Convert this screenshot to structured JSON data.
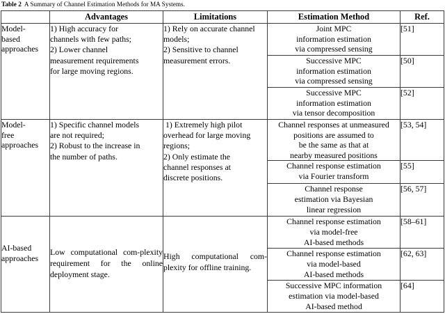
{
  "caption": {
    "label": "Table 2",
    "text": "A Summary of Channel Estimation Methods for MA Systems."
  },
  "table": {
    "columns": [
      {
        "key": "category",
        "label": ""
      },
      {
        "key": "advantages",
        "label": "Advantages"
      },
      {
        "key": "limitations",
        "label": "Limitations"
      },
      {
        "key": "estimation_method",
        "label": "Estimation Method"
      },
      {
        "key": "ref",
        "label": "Ref."
      }
    ],
    "groups": [
      {
        "category_lines": [
          "Model-",
          "based",
          "approaches"
        ],
        "advantages_lines": [
          "1) High accuracy for",
          "channels with few paths;",
          "2) Lower channel",
          "measurement requirements",
          "for large moving regions."
        ],
        "limitations_lines": [
          "1) Rely on accurate channel",
          "models;",
          "2) Sensitive to channel",
          "measurement errors."
        ],
        "rows": [
          {
            "method_lines": [
              "Joint MPC",
              "information estimation",
              "via compressed sensing"
            ],
            "ref": "[51]"
          },
          {
            "method_lines": [
              "Successive MPC",
              "information estimation",
              "via compressed sensing"
            ],
            "ref": "[50]"
          },
          {
            "method_lines": [
              "Successive MPC",
              "information estimation",
              "via tensor decomposition"
            ],
            "ref": "[52]"
          }
        ]
      },
      {
        "category_lines": [
          "Model-",
          "free",
          "approaches"
        ],
        "advantages_lines": [
          "1) Specific channel models",
          "are not required;",
          "2) Robust to the increase in",
          "the number of paths."
        ],
        "limitations_lines": [
          " 1) Extremely high pilot",
          "overhead for large moving",
          "regions;",
          "2) Only estimate the",
          "channel responses at",
          "discrete positions."
        ],
        "rows": [
          {
            "method_lines": [
              "Channel responses at unmeasured",
              "positions are assumed to",
              "be the same as that at",
              "nearby measured positions"
            ],
            "ref": "[53, 54]"
          },
          {
            "method_lines": [
              "Channel response estimation",
              "via Fourier transform"
            ],
            "ref": "[55]"
          },
          {
            "method_lines": [
              "Channel response",
              "estimation via Bayesian",
              "linear regression"
            ],
            "ref": "[56, 57]"
          }
        ]
      },
      {
        "category_lines": [
          "AI-based",
          "approaches"
        ],
        "advantages_text": "Low computational com-plexity requirement for the online deployment stage.",
        "advantages_lines": [
          "Low computational com-",
          "plexity requirement for the",
          "online deployment stage."
        ],
        "limitations_text": "High computational com-plexity for offline training.",
        "limitations_lines": [
          "High computational com-",
          "plexity for offline training."
        ],
        "rows": [
          {
            "method_lines": [
              "Channel response estimation",
              "via model-free",
              "AI-based methods"
            ],
            "ref": "[58–61]"
          },
          {
            "method_lines": [
              "Channel response estimation",
              "via model-based",
              "AI-based methods"
            ],
            "ref": "[62, 63]"
          },
          {
            "method_lines": [
              "Successive MPC information",
              "estimation via model-based",
              "AI-based method"
            ],
            "ref": "[64]"
          }
        ]
      }
    ]
  }
}
